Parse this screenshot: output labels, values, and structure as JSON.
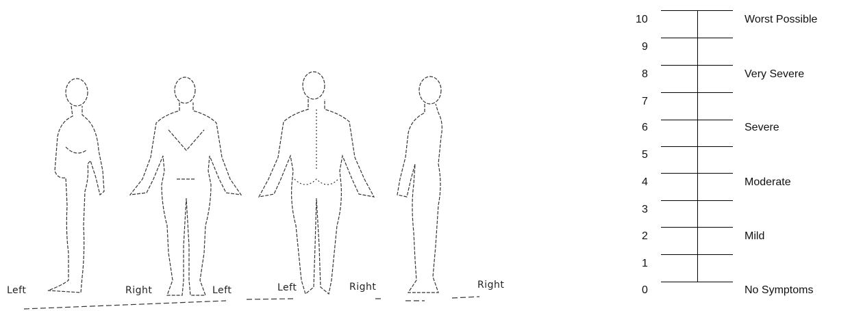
{
  "figures": {
    "labels": [
      "Left",
      "Right",
      "Left",
      "Left",
      "Right",
      "Right"
    ]
  },
  "severity_scale": {
    "levels": [
      "10",
      "9",
      "8",
      "7",
      "6",
      "5",
      "4",
      "3",
      "2",
      "1",
      "0"
    ],
    "descriptors": {
      "10": "Worst Possible",
      "8": "Very Severe",
      "6": "Severe",
      "4": "Moderate",
      "2": "Mild",
      "0": "No Symptoms"
    }
  }
}
